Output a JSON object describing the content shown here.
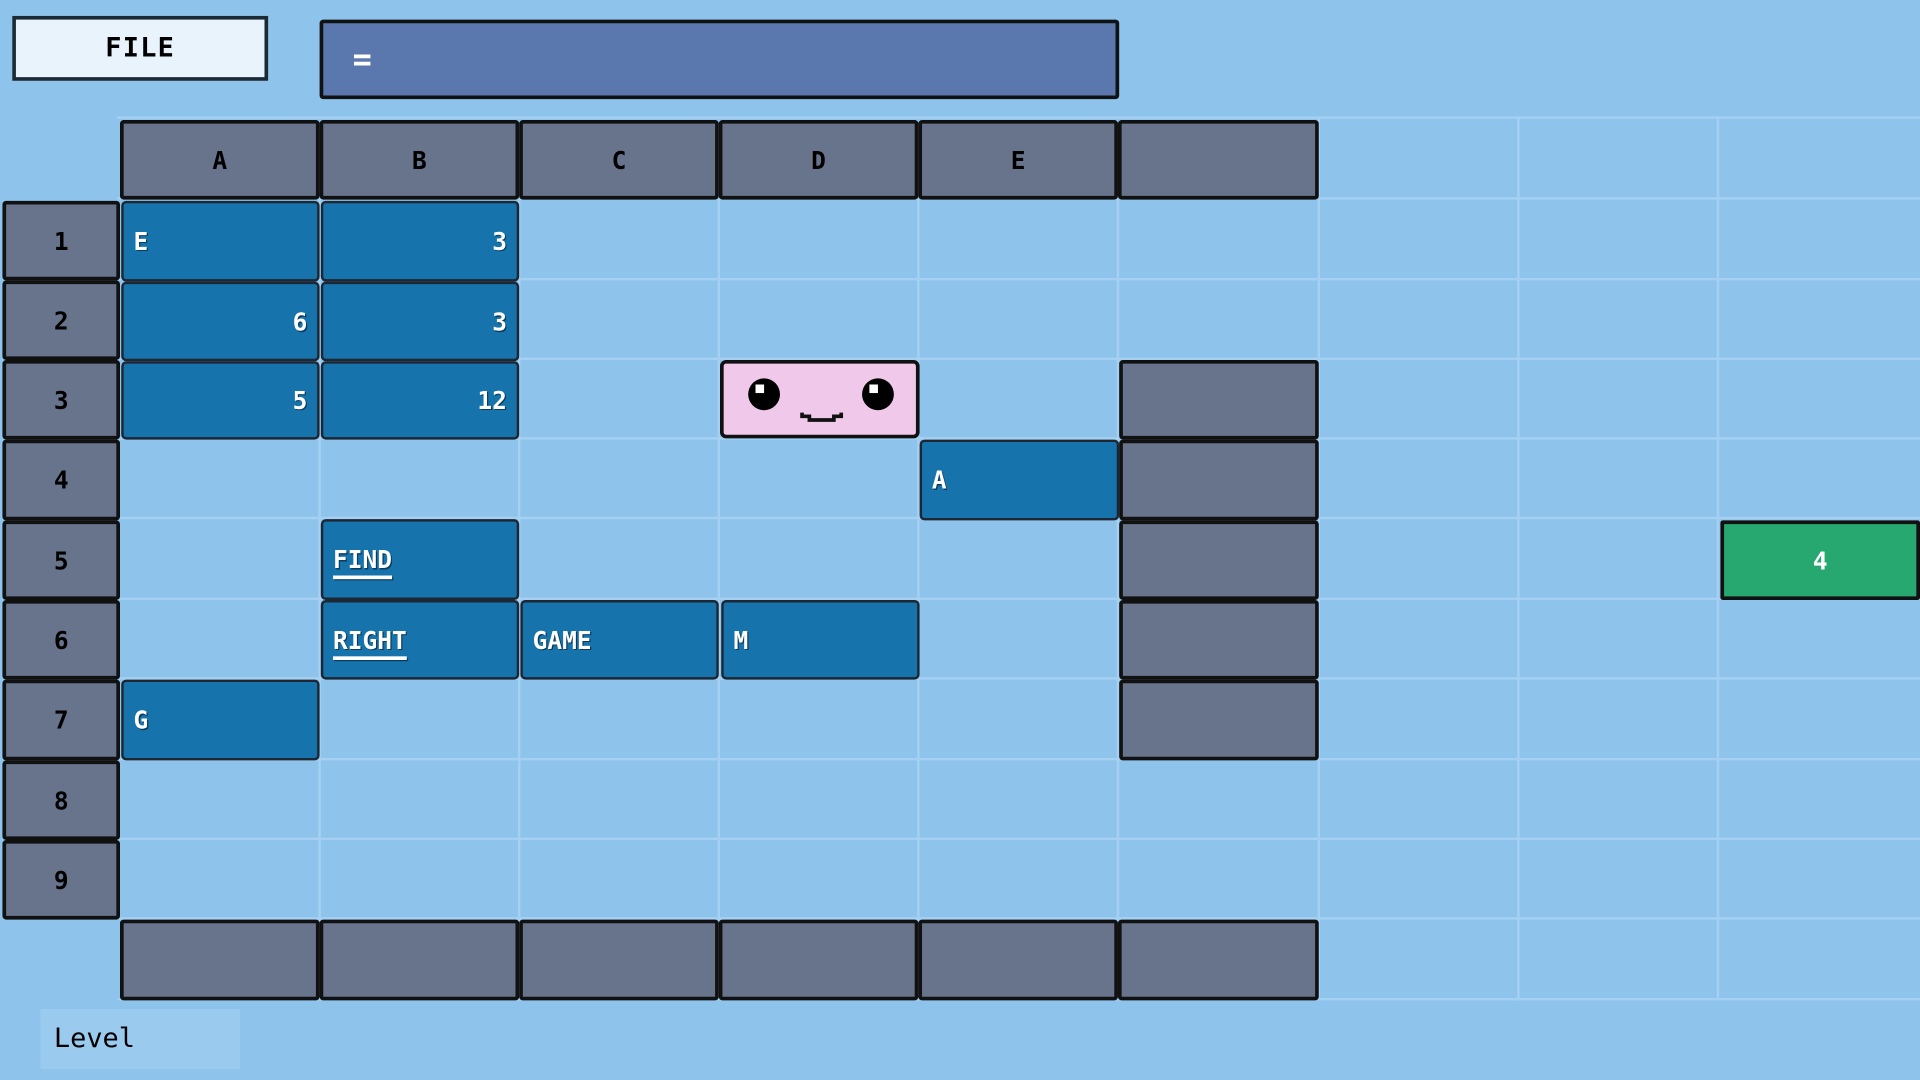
{
  "toolbar": {
    "file_label": "FILE",
    "formula_bar_icon": "equals-icon",
    "formula_bar_symbol": "=",
    "formula_value": ""
  },
  "columns": [
    "A",
    "B",
    "C",
    "D",
    "E",
    ""
  ],
  "rows": [
    "1",
    "2",
    "3",
    "4",
    "5",
    "6",
    "7",
    "8",
    "9"
  ],
  "cells": {
    "A1": "E",
    "B1": "3",
    "A2": "6",
    "B2": "3",
    "A3": "5",
    "B3": "12",
    "E4": "A",
    "B5": "FIND",
    "B6": "RIGHT",
    "C6": "GAME",
    "D6": "M",
    "A7": "G"
  },
  "player": {
    "cell": "D3",
    "icon": "smiley-face-icon",
    "color": "#f0c9ea"
  },
  "goal": {
    "value": "4",
    "color": "#27a870"
  },
  "status": {
    "level_label": "Level"
  },
  "colors": {
    "background": "#8ec3ec",
    "cell_blue": "#1673ab",
    "header_gray": "#67748c",
    "formula_bar": "#5a78ae"
  }
}
